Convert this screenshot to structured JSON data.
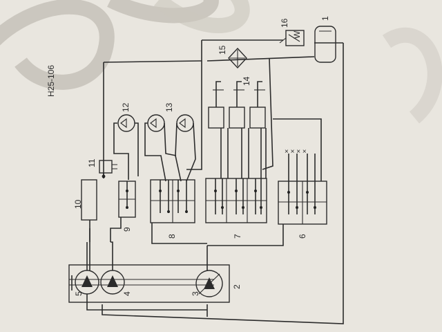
{
  "diagram": {
    "code": "H25-106",
    "labels": {
      "c1": "1",
      "c2": "2",
      "c3": "3",
      "c4": "4",
      "c5": "5",
      "c6": "6",
      "c7": "7",
      "c8": "8",
      "c9": "9",
      "c10": "10",
      "c11": "11",
      "c12": "12",
      "c13": "13",
      "c14": "14",
      "c15": "15",
      "c16": "16"
    },
    "valve_letter": "W"
  },
  "colors": {
    "paper": "#e9e6df",
    "ink": "#2b2b2b",
    "shadow": "#a9a39a"
  }
}
